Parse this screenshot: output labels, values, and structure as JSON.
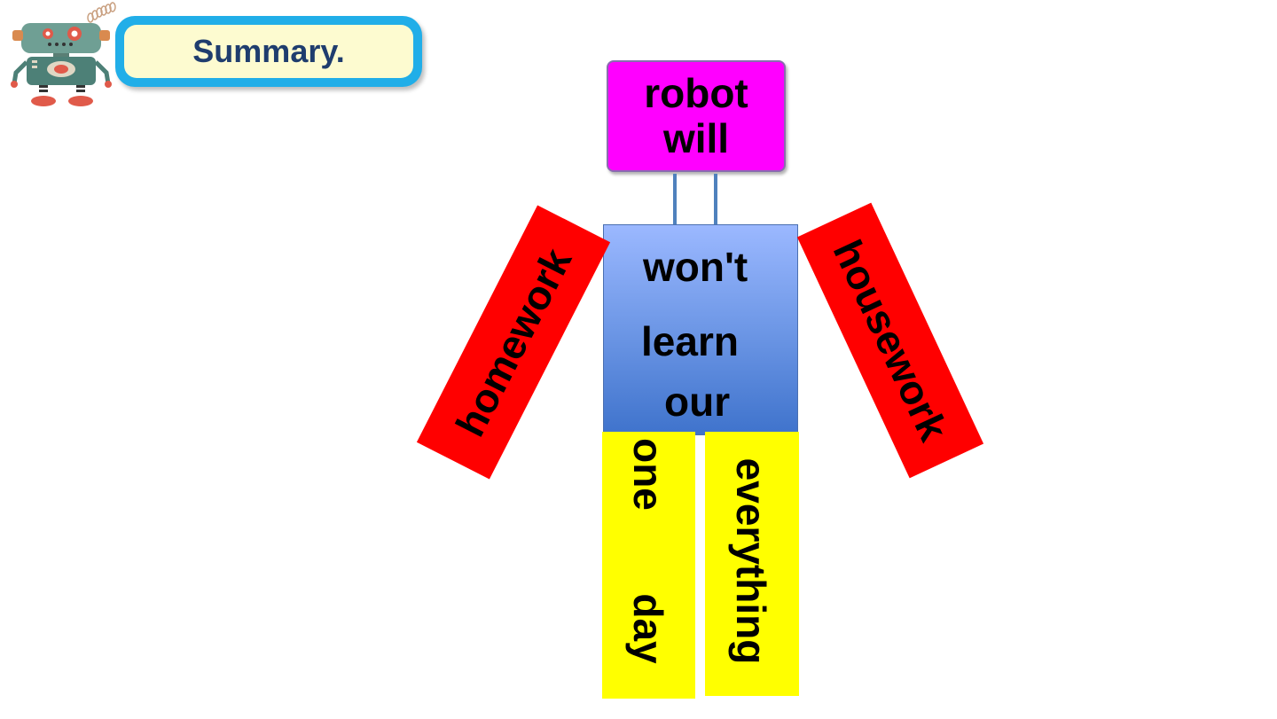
{
  "header": {
    "title": "Summary."
  },
  "robot": {
    "head": {
      "line1": "robot",
      "line2": "will"
    },
    "body": {
      "line1": "won't",
      "line2": "learn",
      "line3": "our"
    },
    "left_arm": "homework",
    "right_arm": "housework",
    "left_leg": {
      "top": "one",
      "bottom": "day"
    },
    "right_leg": "everything"
  },
  "colors": {
    "head": "#ff00ff",
    "body": "#4f81bd",
    "arms": "#ff0000",
    "legs": "#ffff00",
    "title_border": "#21aee8",
    "title_fill": "#fdfbd0",
    "title_text": "#1f3d6e"
  }
}
